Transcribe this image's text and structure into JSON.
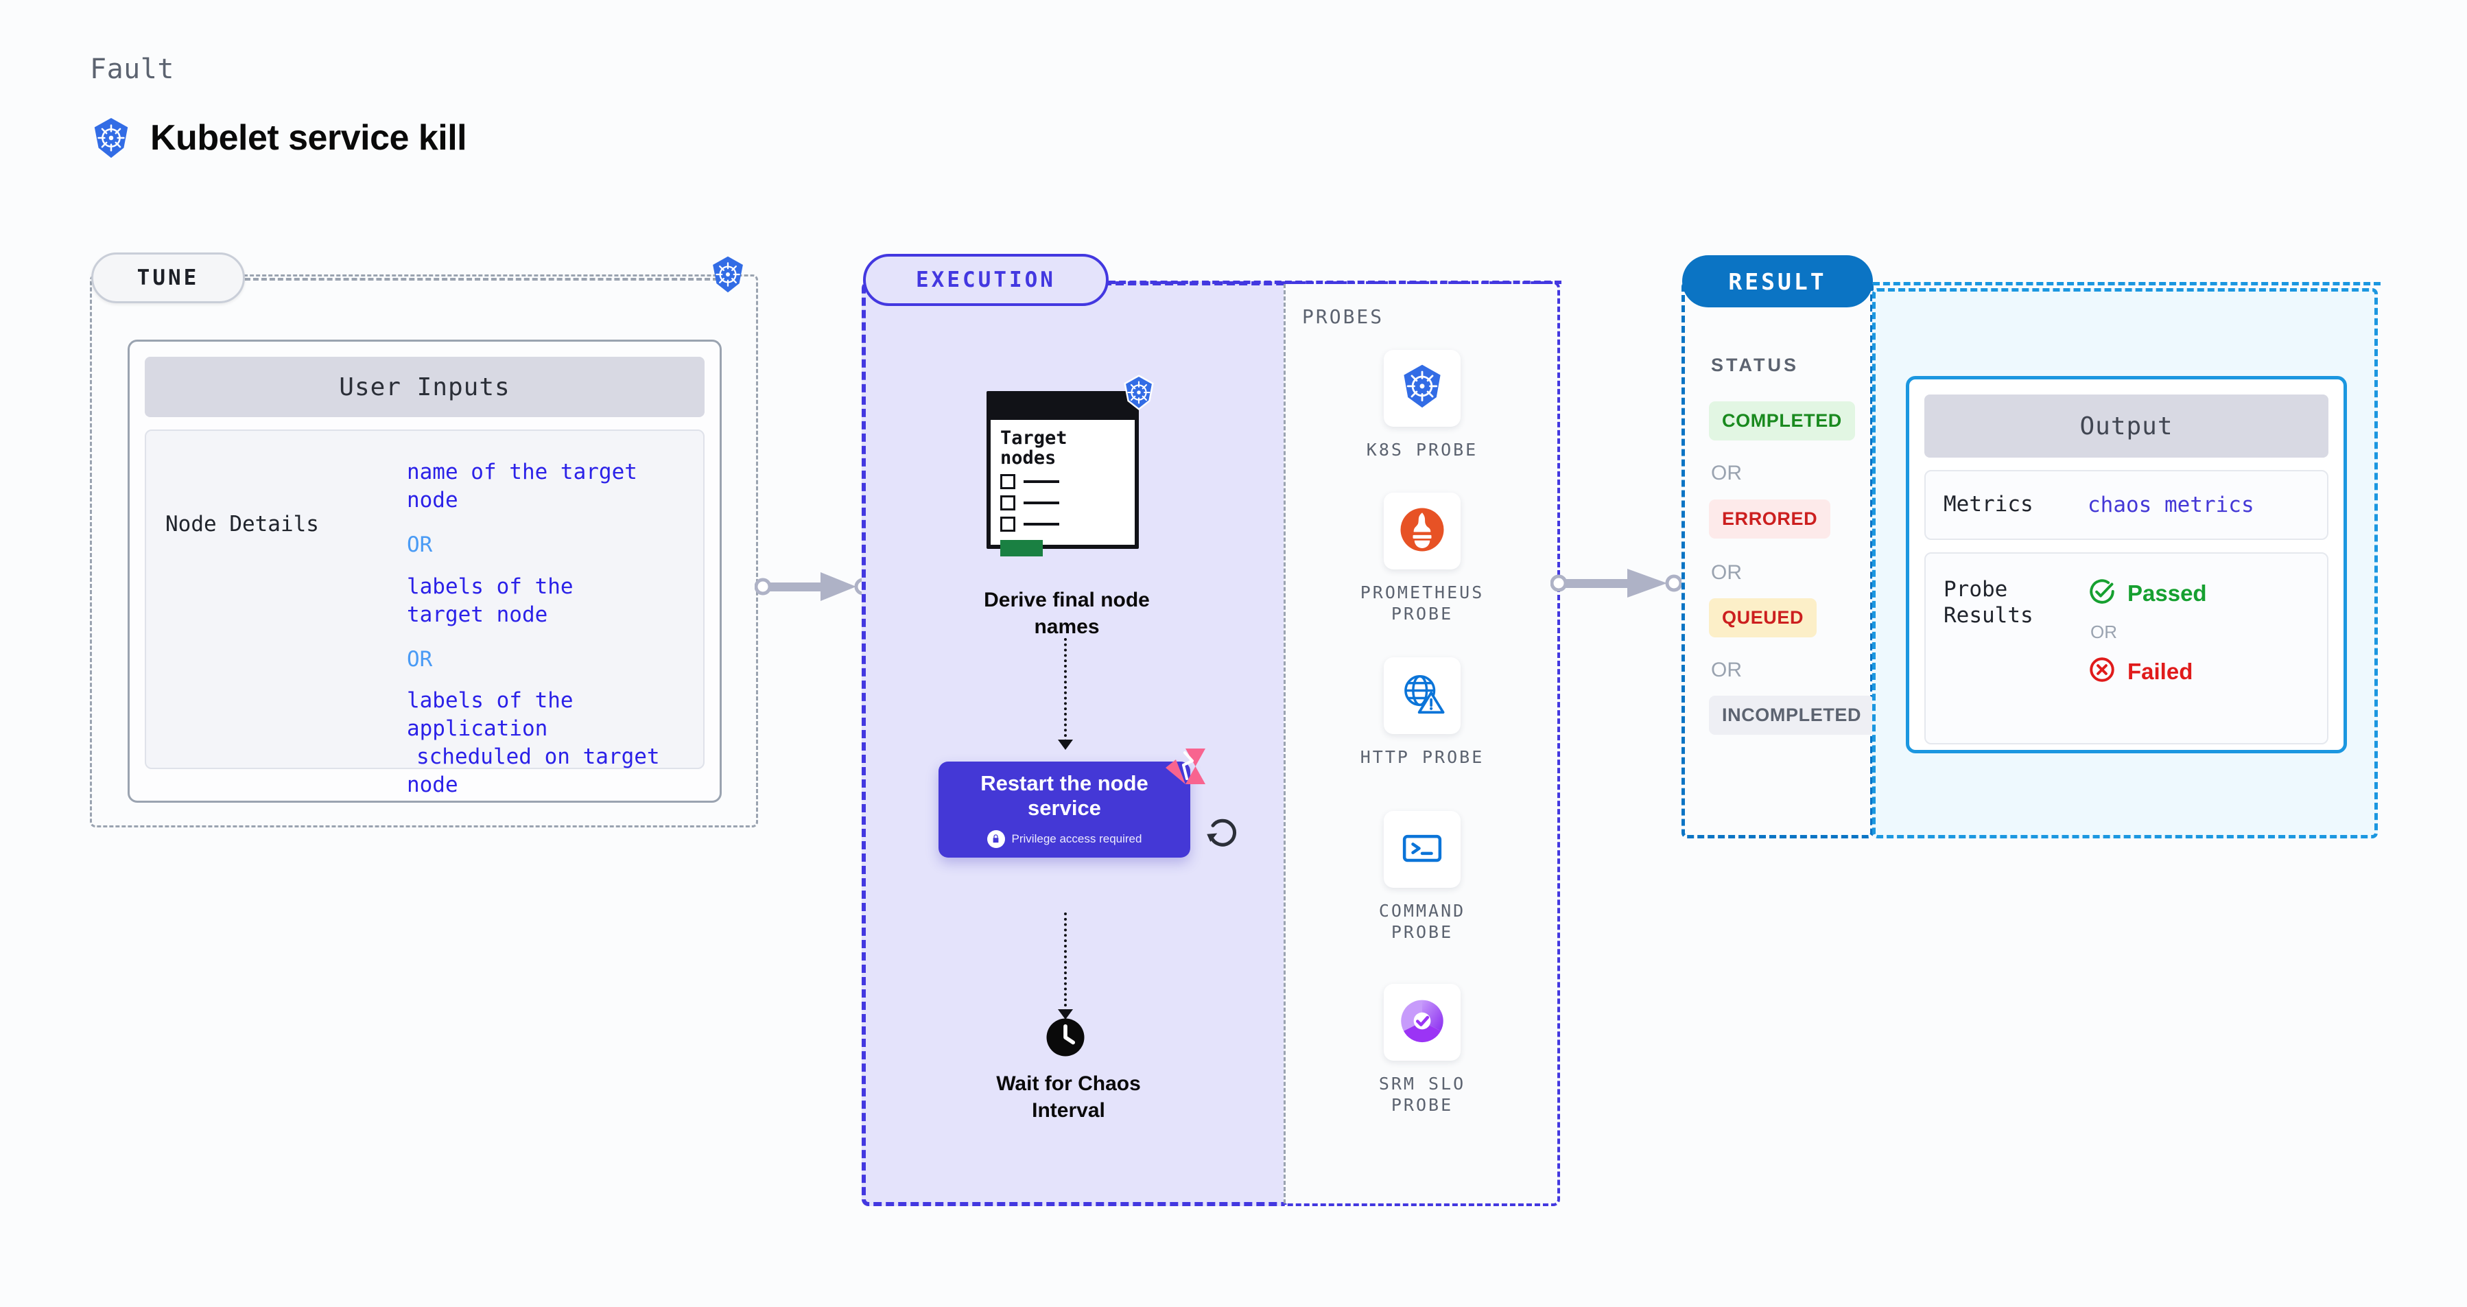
{
  "header": {
    "eyebrow": "Fault",
    "title": "Kubelet service kill",
    "icon": "kubernetes-icon"
  },
  "stages": {
    "tune": {
      "pill": "TUNE",
      "badge_icon": "kubernetes-icon"
    },
    "execution": {
      "pill": "EXECUTION"
    },
    "result": {
      "pill": "RESULT"
    }
  },
  "tune": {
    "card_title": "User Inputs",
    "field_label": "Node Details",
    "values": [
      "name of the target node",
      "labels of the target node",
      "labels of the application scheduled on target node"
    ],
    "or_1": "OR",
    "or_2": "OR",
    "value_1_line_1": "name of the target",
    "value_1_line_2": "node",
    "value_2_line_1": "labels of the",
    "value_2_line_2": "target node",
    "value_3_line_1": "labels of the application",
    "value_3_line_2": "scheduled on target node"
  },
  "execution": {
    "target_node_card": {
      "heading_line_1": "Target",
      "heading_line_2": "nodes",
      "icon": "kubernetes-icon"
    },
    "step_1_caption_line_1": "Derive final node",
    "step_1_caption_line_2": "names",
    "restart_card": {
      "title_line_1": "Restart the node",
      "title_line_2": "service",
      "note": "Privilege access required",
      "note_icon": "lock-icon",
      "badge_icon": "chaos-badge-icon",
      "side_icon": "refresh-icon",
      "color": "#4438d6"
    },
    "step_3_icon": "clock-icon",
    "step_3_caption_line_1": "Wait for Chaos",
    "step_3_caption_line_2": "Interval"
  },
  "probes": {
    "section_label": "PROBES",
    "items": [
      {
        "icon": "kubernetes-icon",
        "label_line_1": "K8S  PROBE",
        "label_line_2": ""
      },
      {
        "icon": "prometheus-icon",
        "label_line_1": "PROMETHEUS",
        "label_line_2": "PROBE"
      },
      {
        "icon": "globe-warning-icon",
        "label_line_1": "HTTP  PROBE",
        "label_line_2": ""
      },
      {
        "icon": "terminal-icon",
        "label_line_1": "COMMAND",
        "label_line_2": "PROBE"
      },
      {
        "icon": "srm-slo-icon",
        "label_line_1": "SRM  SLO",
        "label_line_2": "PROBE"
      }
    ]
  },
  "result": {
    "status_label": "STATUS",
    "statuses": [
      {
        "label": "COMPLETED",
        "bg": "#e2f6e3",
        "fg": "#1a8a1f"
      },
      {
        "label": "ERRORED",
        "bg": "#fdeaea",
        "fg": "#cc1f1f"
      },
      {
        "label": "QUEUED",
        "bg": "#fcefc8",
        "fg": "#cc1f1f"
      },
      {
        "label": "INCOMPLETED",
        "bg": "#eeeff4",
        "fg": "#5c6370"
      }
    ],
    "or_1": "OR",
    "or_2": "OR",
    "or_3": "OR"
  },
  "output": {
    "card_title": "Output",
    "metrics_key": "Metrics",
    "metrics_value": "chaos metrics",
    "probe_results_key_line_1": "Probe",
    "probe_results_key_line_2": "Results",
    "passed_label": "Passed",
    "passed_icon": "check-circle-icon",
    "or": "OR",
    "failed_label": "Failed",
    "failed_icon": "x-circle-icon"
  },
  "colors": {
    "kubernetes_blue": "#326ce5",
    "execution_purple": "#4338e0",
    "result_blue": "#0b74c4",
    "output_blue": "#1b97e0",
    "chaos_pink": "#f8648f",
    "success_green": "#16a030",
    "error_red": "#e01b1b"
  }
}
